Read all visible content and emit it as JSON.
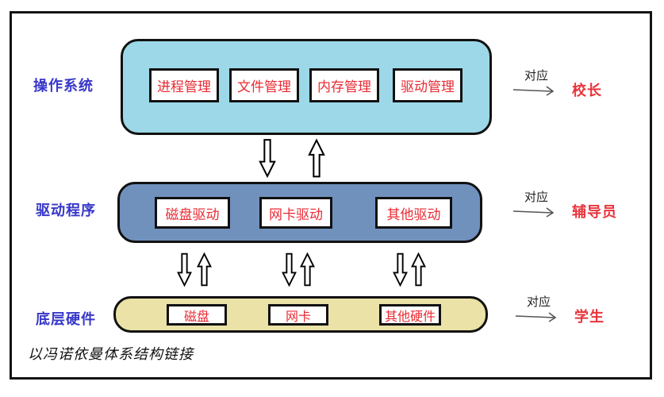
{
  "layers": [
    {
      "label": "操作系统",
      "items": [
        "进程管理",
        "文件管理",
        "内存管理",
        "驱动管理"
      ],
      "mapping": {
        "label": "对应",
        "target": "校长"
      },
      "fill": "#9CD8E8"
    },
    {
      "label": "驱动程序",
      "items": [
        "磁盘驱动",
        "网卡驱动",
        "其他驱动"
      ],
      "mapping": {
        "label": "对应",
        "target": "辅导员"
      },
      "fill": "#7191BD"
    },
    {
      "label": "底层硬件",
      "items": [
        "磁盘",
        "网卡",
        "其他硬件"
      ],
      "mapping": {
        "label": "对应",
        "target": "学生"
      },
      "fill": "#EAE2A6"
    }
  ],
  "footnote": "以冯诺依曼体系结构链接",
  "colors": {
    "os_fill": "#9CD8E8",
    "driver_fill": "#7191BD",
    "hardware_fill": "#EAE2A6",
    "item_text_red": "#EA2B33",
    "layer_label_blue": "#3737C9",
    "mapping_target_red": "#E8343C",
    "border_black": "#111111"
  }
}
